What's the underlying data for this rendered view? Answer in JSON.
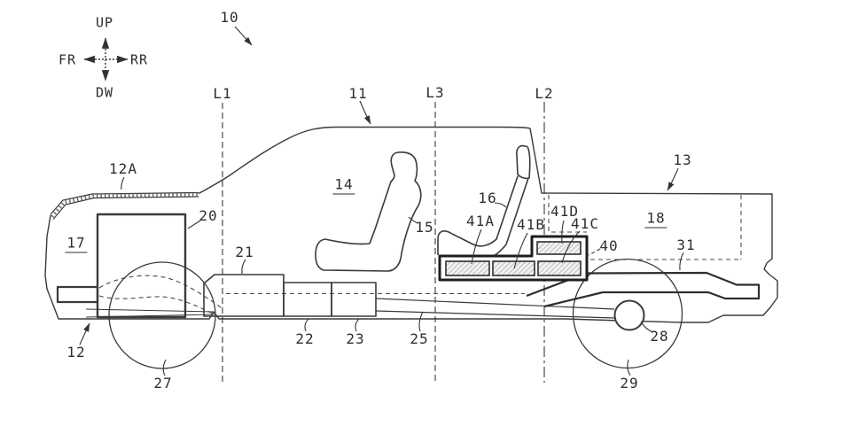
{
  "figure": {
    "number_label": "10",
    "compass": {
      "up": "UP",
      "down": "DW",
      "front": "FR",
      "rear": "RR"
    },
    "section_lines": {
      "l1": "L1",
      "l2": "L2",
      "l3": "L3"
    },
    "part_labels": {
      "n11": "11",
      "n12": "12",
      "n12a": "12A",
      "n13": "13",
      "n14": "14",
      "n15": "15",
      "n16": "16",
      "n17": "17",
      "n18": "18",
      "n20": "20",
      "n21": "21",
      "n22": "22",
      "n23": "23",
      "n25": "25",
      "n27": "27",
      "n28": "28",
      "n29": "29",
      "n31": "31",
      "n40": "40",
      "n41a": "41A",
      "n41b": "41B",
      "n41c": "41C",
      "n41d": "41D"
    },
    "underlined_labels": [
      "14",
      "17",
      "18"
    ],
    "line_color": "#3a3a3a"
  }
}
